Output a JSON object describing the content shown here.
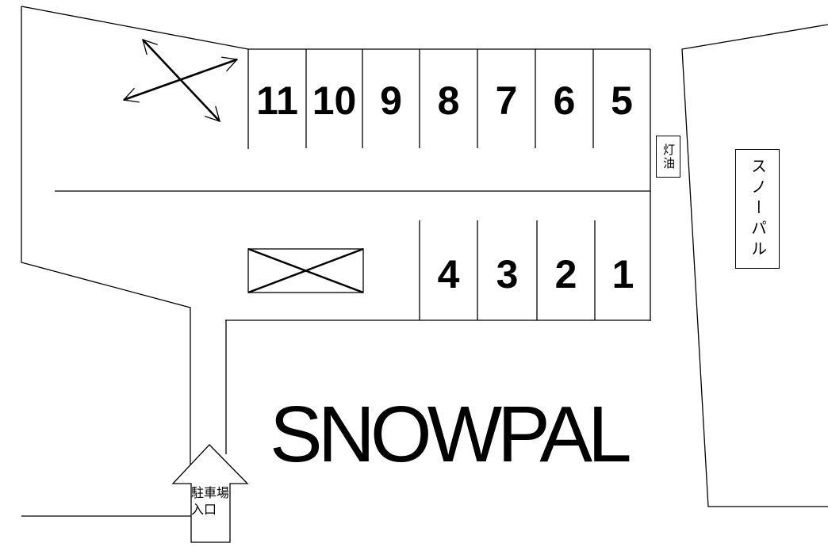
{
  "facility": {
    "name": "SNOWPAL"
  },
  "parking": {
    "upper_row_spaces": [
      "11",
      "10",
      "9",
      "8",
      "7",
      "6",
      "5"
    ],
    "lower_row_spaces": [
      "4",
      "3",
      "2",
      "1"
    ]
  },
  "labels": {
    "kerosene": "灯油",
    "building_sign": "スノーパル",
    "entrance_line1": "駐車場",
    "entrance_line2": "入口"
  },
  "icons": {
    "crossed_arrows": "crossed-direction-arrows",
    "blocked_area": "no-parking-x-box",
    "entrance_arrow": "up-block-arrow"
  },
  "colors": {
    "background": "#ffffff",
    "line": "#000000",
    "text": "#000000"
  }
}
